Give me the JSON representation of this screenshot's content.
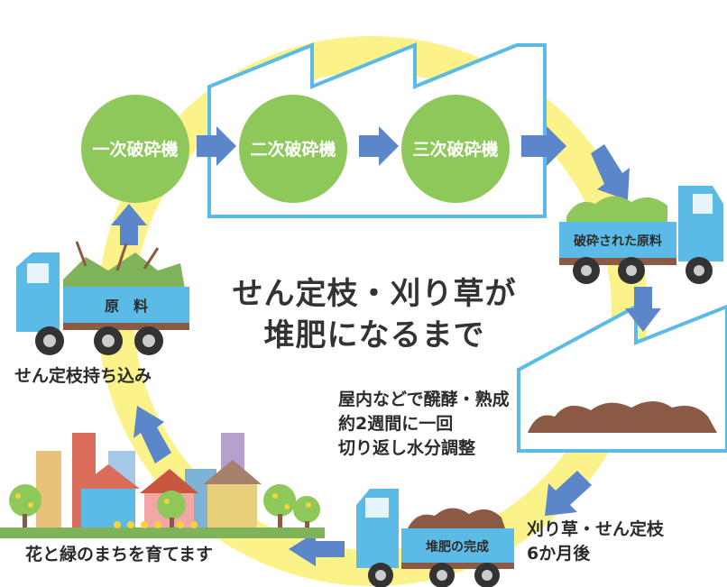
{
  "title": {
    "line1": "せん定枝・刈り草が",
    "line2": "堆肥になるまで"
  },
  "crushers": {
    "primary": "一次破砕機",
    "secondary": "二次破砕機",
    "tertiary": "三次破砕機"
  },
  "truck_labels": {
    "raw": "原　料",
    "crushed": "破砕された原料",
    "compost": "堆肥の完成"
  },
  "captions": {
    "bring_in": "せん定枝持ち込み",
    "town": "花と緑のまちを育てます",
    "process": [
      "屋内などで醗酵・熟成",
      "約2週間に一回",
      "切り返し水分調整"
    ],
    "duration": [
      "刈り草・せん定枝",
      "6か月後"
    ]
  },
  "colors": {
    "ring": "#fbf28a",
    "crusher": "#8fc85a",
    "truck": "#5bbbe6",
    "arrow": "#5b86c9",
    "compost": "#8a5a44",
    "factory_outline": "#5bbbe6"
  }
}
